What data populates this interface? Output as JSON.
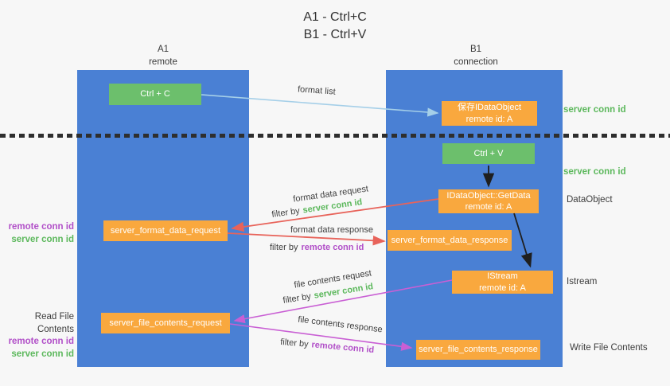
{
  "title": {
    "line1": "A1 - Ctrl+C",
    "line2": "B1 - Ctrl+V"
  },
  "lifelines": {
    "a1": {
      "name": "A1",
      "role": "remote"
    },
    "b1": {
      "name": "B1",
      "role": "connection"
    }
  },
  "nodes": {
    "ctrl_c": {
      "label": "Ctrl + C"
    },
    "ctrl_v": {
      "label": "Ctrl + V"
    },
    "save_dataobject": {
      "line1": "保存IDataObject",
      "line2": "remote id: A"
    },
    "getdata": {
      "line1": "IDataObject::GetData",
      "line2": "remote id: A"
    },
    "istream": {
      "line1": "IStream",
      "line2": "remote id: A"
    },
    "format_request": {
      "label": "server_format_data_request"
    },
    "format_response": {
      "label": "server_format_data_response"
    },
    "file_request": {
      "label": "server_file_contents_request"
    },
    "file_response": {
      "label": "server_file_contents_response"
    }
  },
  "edge_labels": {
    "format_list": "format list",
    "format_data_request": "format data request",
    "format_data_response": "format data response",
    "file_contents_request": "file contents request",
    "file_contents_response": "file contents response",
    "filter_by": "filter by",
    "server_conn_id": "server conn id",
    "remote_conn_id": "remote conn id"
  },
  "side_labels": {
    "server_conn_id_top": "server conn id",
    "server_conn_id_mid": "server conn id",
    "dataobject": "DataObject",
    "istream": "Istream",
    "write_file_contents": "Write File Contents",
    "read_file_contents": "Read File Contents",
    "remote_conn_id": "remote conn id",
    "server_conn_id": "server conn id"
  },
  "colors": {
    "lifeline_blue": "#4a80d4",
    "action_green": "#6cbf6c",
    "message_orange": "#f9a83e",
    "server_conn_green": "#5cb85c",
    "remote_conn_purple": "#b14fc8",
    "request_red": "#e8635a",
    "file_magenta": "#c95fd4",
    "format_list_blue": "#a5cfe8",
    "black_arrow": "#1f1f1f"
  }
}
